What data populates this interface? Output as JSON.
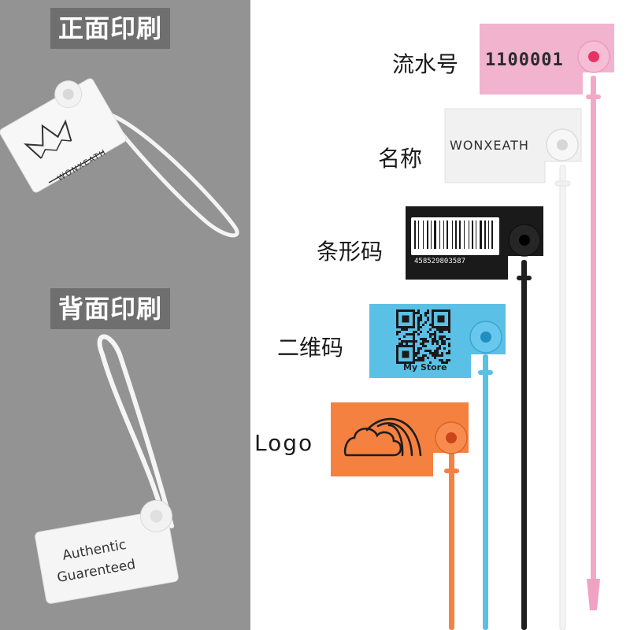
{
  "left": {
    "front_title": "正面印刷",
    "back_title": "背面印刷",
    "front_tag_brand": "WONXEATH",
    "back_tag_line1": "Authentic",
    "back_tag_line2": "Guarenteed"
  },
  "tags": [
    {
      "label": "流水号",
      "text": "1100001",
      "color": "#f2b3cf"
    },
    {
      "label": "名称",
      "text": "WONXEATH",
      "color": "#eeeeee"
    },
    {
      "label": "条形码",
      "text": "458529803587",
      "color": "#1a1a1a"
    },
    {
      "label": "二维码",
      "text": "My Store",
      "color": "#5bc0e6"
    },
    {
      "label": "Logo",
      "text": "",
      "color": "#f58140"
    }
  ],
  "icons": [
    "crown-logo-icon",
    "barcode-icon",
    "qr-code-icon",
    "cloud-wave-logo-icon"
  ]
}
